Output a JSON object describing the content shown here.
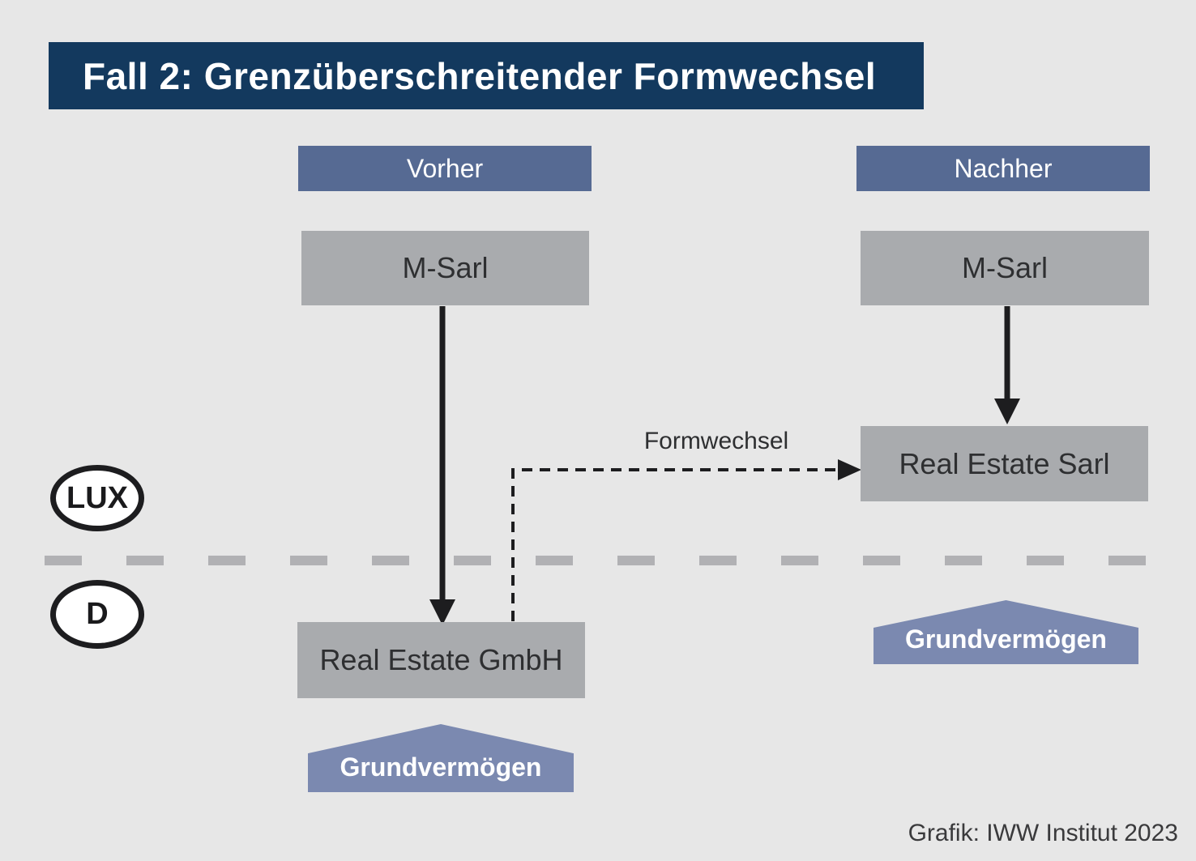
{
  "title": "Fall 2: Grenzüberschreitender Formwechsel",
  "columns": {
    "before": {
      "header": "Vorher",
      "parent_box": "M-Sarl",
      "child_box": "Real Estate GmbH",
      "asset_label": "Grundvermögen"
    },
    "after": {
      "header": "Nachher",
      "parent_box": "M-Sarl",
      "child_box": "Real Estate Sarl",
      "asset_label": "Grundvermögen"
    }
  },
  "regions": {
    "above_border": "LUX",
    "below_border": "D"
  },
  "transition_arrow_label": "Formwechsel",
  "credit": "Grafik: IWW Institut 2023",
  "colors": {
    "bg": "#e7e7e7",
    "navy": "#13395e",
    "slate": "#566a93",
    "asset": "#7b89b0",
    "boxgray": "#a9abae",
    "boxtext": "#2e2f31",
    "line": "#1d1d1f",
    "divider": "#b1b1b4",
    "white": "#ffffff",
    "credit": "#3a3a3c"
  }
}
